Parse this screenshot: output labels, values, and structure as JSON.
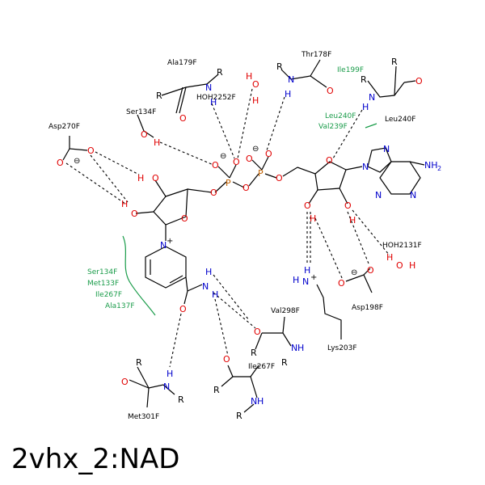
{
  "title": "2vhx_2:NAD",
  "residues": {
    "ala179": "Ala179F",
    "thr178": "Thr178F",
    "ile199": "Ile199F",
    "leu240a": "Leu240F",
    "leu240b": "Leu240F",
    "val239": "Val239F",
    "hoh2252": "HOH2252F",
    "ser134a": "Ser134F",
    "asp270": "Asp270F",
    "ser134b": "Ser134F",
    "met133": "Met133F",
    "ile267a": "Ile267F",
    "ala137": "Ala137F",
    "hoh2131": "HOH2131F",
    "asp198": "Asp198F",
    "lys203": "Lys203F",
    "val298": "Val298F",
    "ile267b": "Ile267F",
    "met301": "Met301F"
  },
  "atoms": {
    "O": "O",
    "N": "N",
    "H": "H",
    "P": "P",
    "R": "R",
    "NH2": "NH",
    "NH2sub": "2",
    "Nplus": "N",
    "plus": "+",
    "minus": "⊖"
  }
}
